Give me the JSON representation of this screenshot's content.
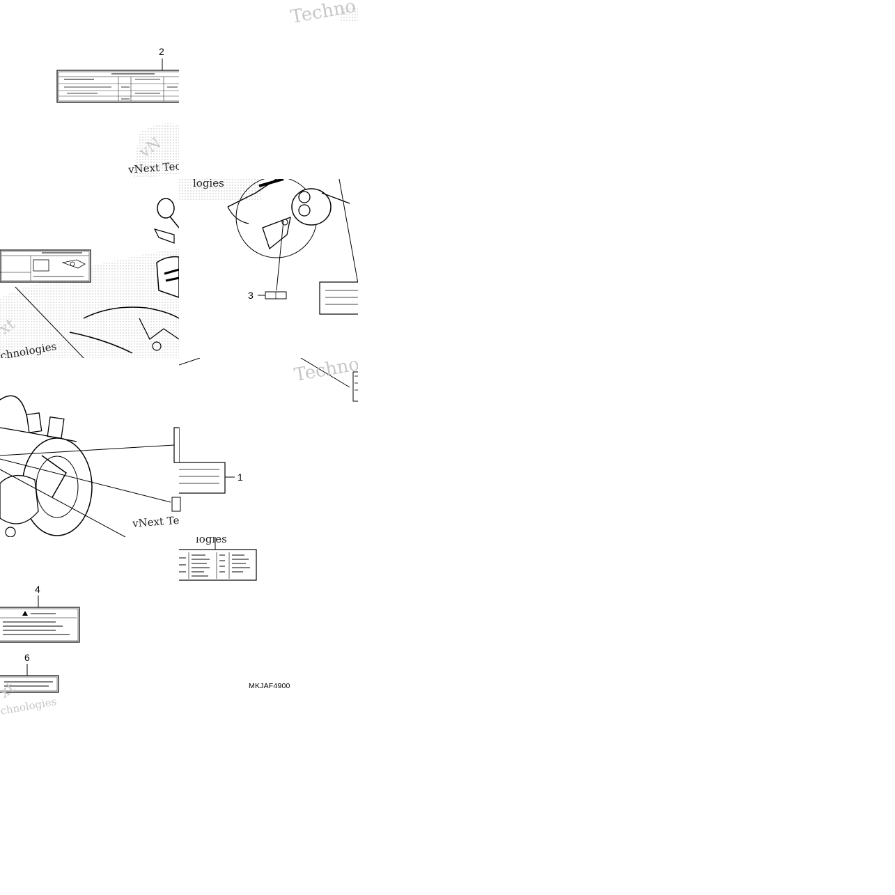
{
  "diagram": {
    "drawing_code": "MKJAF4900",
    "callouts": [
      {
        "id": "c1",
        "label": "1"
      },
      {
        "id": "c2",
        "label": "2"
      },
      {
        "id": "c3",
        "label": "3"
      },
      {
        "id": "c4",
        "label": "4"
      },
      {
        "id": "c6",
        "label": "6"
      }
    ],
    "watermark": {
      "brand": "vNext",
      "brand_short": "vN",
      "word": "Technologies",
      "word_cut": "Techno",
      "word_start": "Tec",
      "line_tec": "vNext Tec",
      "frag_chnologies": "chnologies",
      "frag_ologies": "logies",
      "frag_xt": "xt"
    },
    "colors": {
      "ink": "#000000",
      "watermark_light": "#c9c9c9",
      "stipple": "#b8b8b8",
      "background": "#ffffff"
    }
  }
}
